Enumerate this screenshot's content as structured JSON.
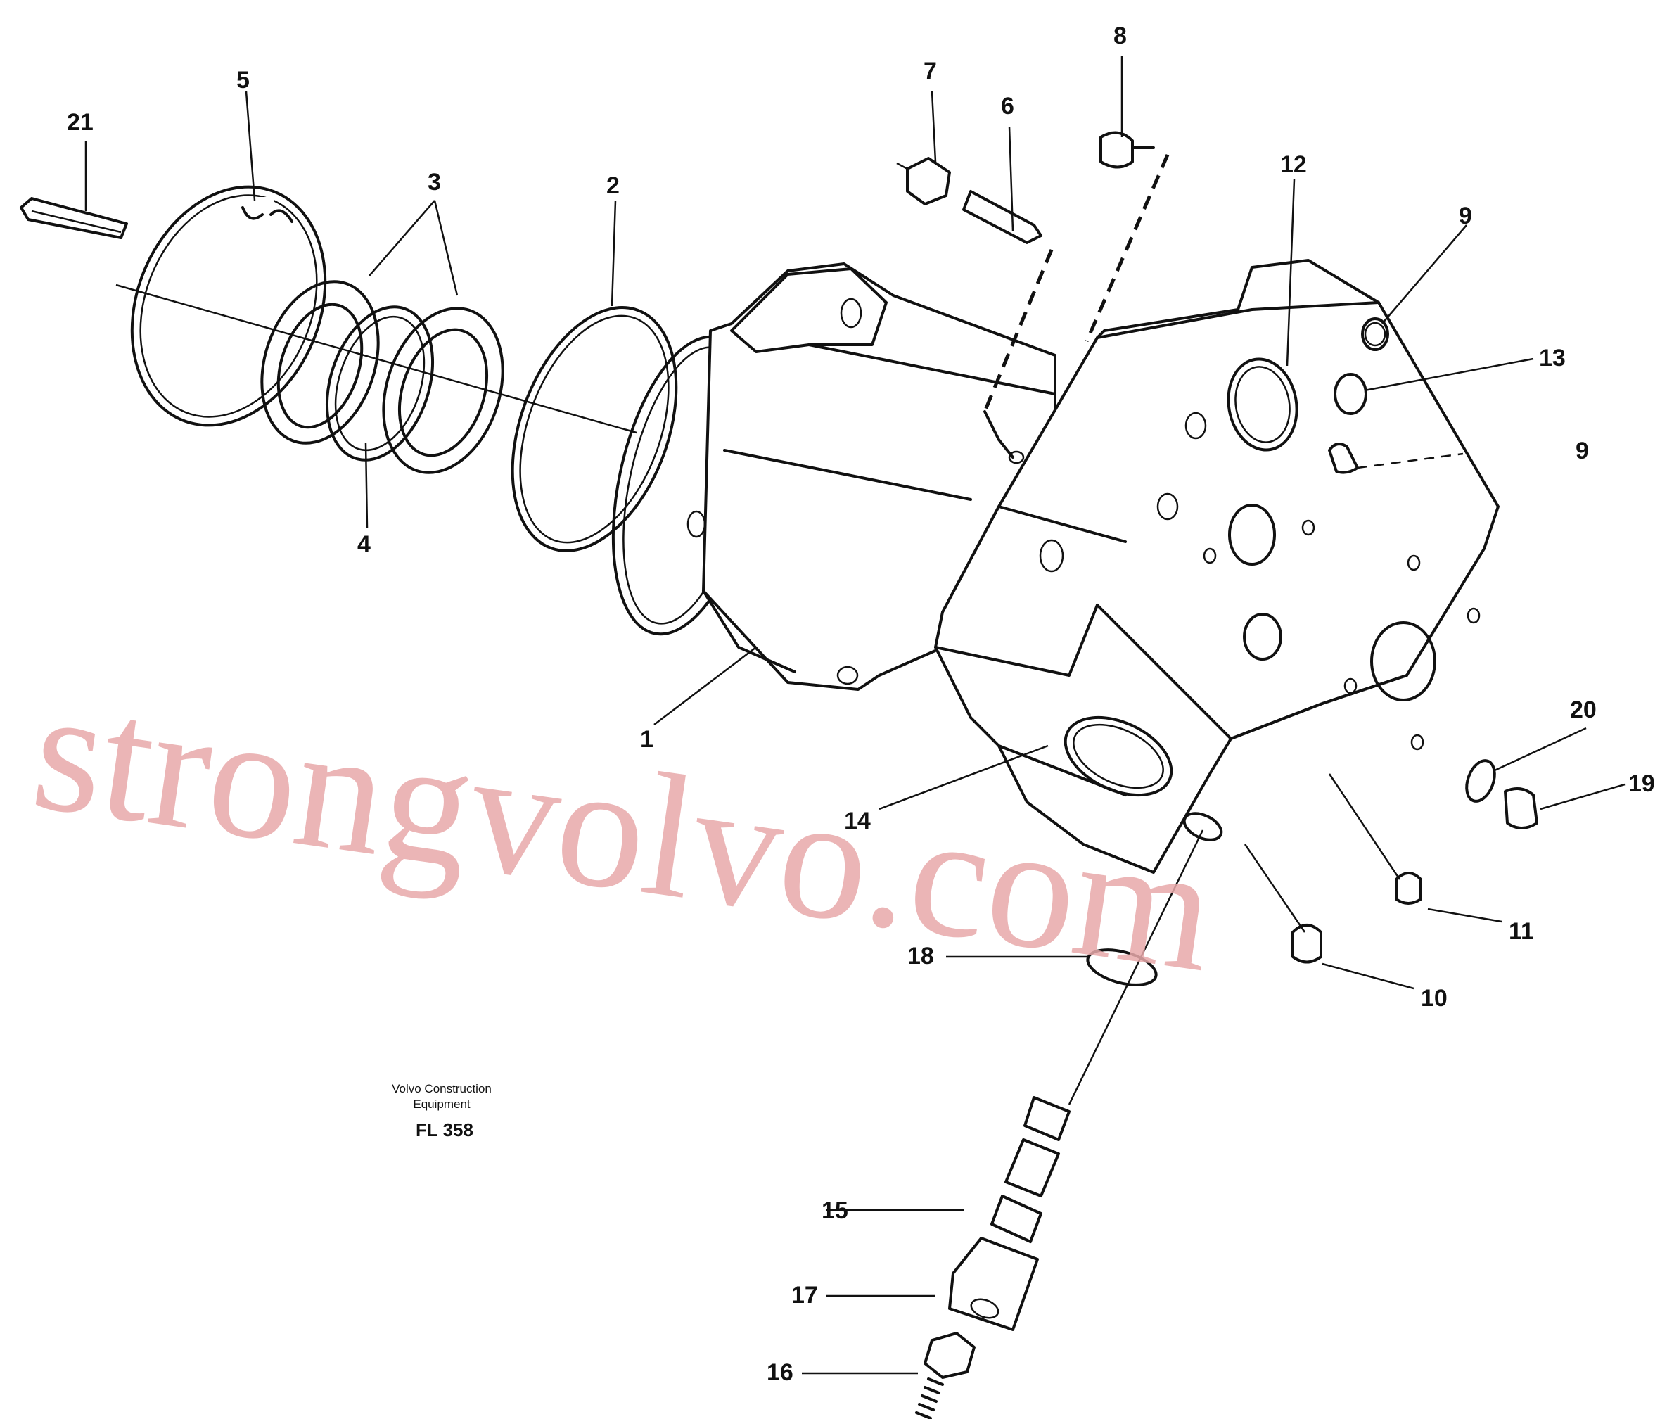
{
  "callouts": [
    "1",
    "2",
    "3",
    "4",
    "5",
    "6",
    "7",
    "8",
    "9",
    "9",
    "10",
    "11",
    "12",
    "13",
    "14",
    "15",
    "16",
    "17",
    "18",
    "19",
    "20",
    "21"
  ],
  "caption": {
    "line1": "Volvo Construction",
    "line2": "Equipment",
    "code": "FL 358"
  },
  "watermark": "strongvolvo.com",
  "colors": {
    "line": "#111111",
    "watermark": "#e8a9aa",
    "background": "#ffffff"
  }
}
